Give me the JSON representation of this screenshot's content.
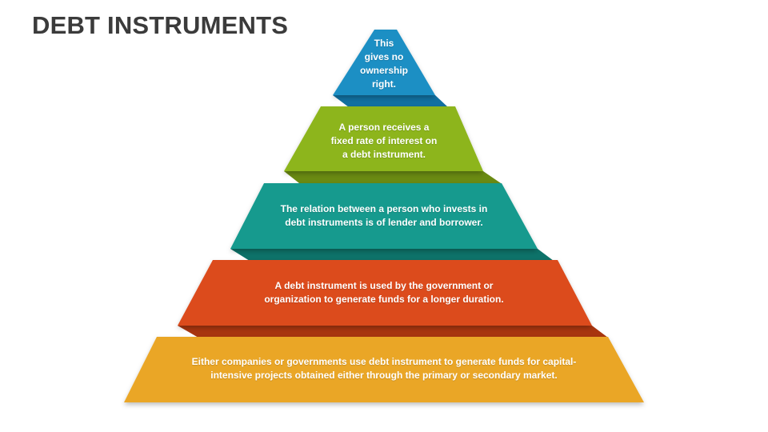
{
  "title": "DEBT INSTRUMENTS",
  "tiers": [
    {
      "level": 1,
      "color": "#1a8fc4",
      "shadow": "#1170a0",
      "lines": [
        "This",
        "gives no",
        "ownership",
        "right."
      ]
    },
    {
      "level": 2,
      "color": "#8db51d",
      "shadow": "#6a8a12",
      "lines": [
        "A person receives a",
        "fixed rate of interest on",
        "a debt instrument."
      ]
    },
    {
      "level": 3,
      "color": "#139a8e",
      "shadow": "#0d7269",
      "lines": [
        "The relation between a person who invests in",
        "debt instruments is of lender and borrower."
      ]
    },
    {
      "level": 4,
      "color": "#dc4b1b",
      "shadow": "#a8350f",
      "lines": [
        "A debt instrument is used by the government or",
        "organization to generate funds for a longer duration."
      ]
    },
    {
      "level": 5,
      "color": "#eaa628",
      "shadow": "#b97f16",
      "lines": [
        "Either companies or governments use debt instrument to generate funds for capital-",
        "intensive projects obtained either through the primary or secondary market."
      ]
    }
  ]
}
